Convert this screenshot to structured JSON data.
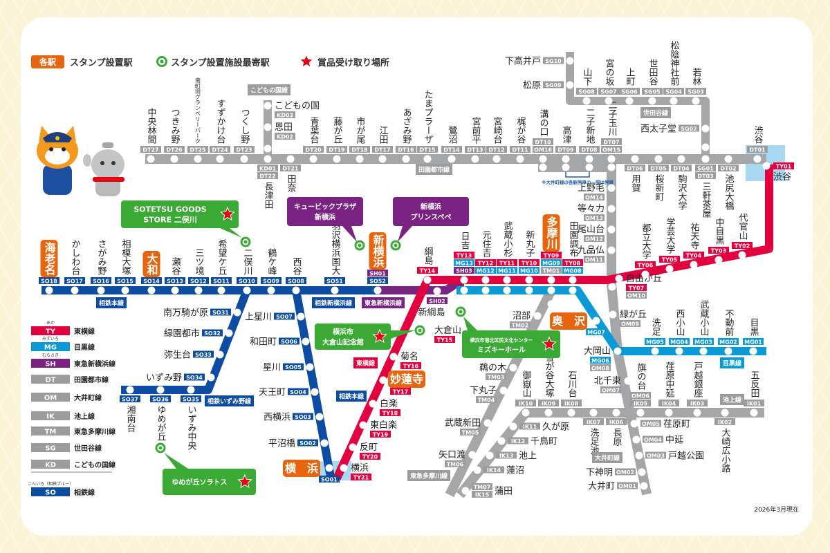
{
  "legend_top": {
    "badge": "各駅",
    "stamp_station": "スタンプ設置駅",
    "facility": "スタンプ設置施設最寄駅",
    "prize": "賞品受け取り場所"
  },
  "legend_lines": [
    {
      "code": "TY",
      "ruby": "あか",
      "name": "東横線",
      "color": "#e3003f"
    },
    {
      "code": "MG",
      "ruby": "みずいろ",
      "name": "目黒線",
      "color": "#0a9ad7"
    },
    {
      "code": "SH",
      "ruby": "むらさき",
      "name": "東急新横浜線",
      "color": "#7a2382"
    },
    {
      "code": "DT",
      "name": "田園都市線",
      "color": "#9a9c9e"
    },
    {
      "code": "OM",
      "name": "大井町線",
      "color": "#9a9c9e"
    },
    {
      "code": "IK",
      "name": "池上線",
      "color": "#9a9c9e"
    },
    {
      "code": "TM",
      "name": "東急多摩川線",
      "color": "#9a9c9e"
    },
    {
      "code": "SG",
      "name": "世田谷線",
      "color": "#9a9c9e"
    },
    {
      "code": "KD",
      "name": "こどもの国線",
      "color": "#9a9c9e"
    },
    {
      "code": "SO",
      "ruby": "こんいろ（相鉄ブルー）",
      "name": "相鉄線",
      "color": "#0c4ca3"
    }
  ],
  "line_labels": [
    {
      "text": "相鉄本線",
      "line": "SO"
    },
    {
      "text": "相鉄新横浜線",
      "line": "SO"
    },
    {
      "text": "東急新横浜線",
      "line": "SH"
    },
    {
      "text": "田園都市線",
      "line": "DT"
    },
    {
      "text": "世田谷線",
      "line": "SG"
    },
    {
      "text": "こどもの国線",
      "line": "KD"
    },
    {
      "text": "東横線",
      "line": "TY"
    },
    {
      "text": "相鉄本線",
      "line": "SO"
    },
    {
      "text": "相鉄いずみ野線",
      "line": "SO"
    },
    {
      "text": "東急多摩川線",
      "line": "TM"
    },
    {
      "text": "大井町線",
      "line": "OM"
    },
    {
      "text": "池上線",
      "line": "IK"
    },
    {
      "text": "目黒線",
      "line": "MG"
    }
  ],
  "callouts": [
    {
      "lines": [
        "SOTETSU GOODS",
        "STORE 二俣川"
      ],
      "kind": "green",
      "star": true
    },
    {
      "lines": [
        "キュービックプラザ",
        "新横浜"
      ],
      "kind": "purple",
      "star": false
    },
    {
      "lines": [
        "新横浜",
        "プリンスペペ"
      ],
      "kind": "purple",
      "star": false
    },
    {
      "lines": [
        "横浜市",
        "大倉山記念館"
      ],
      "kind": "green",
      "star": true
    },
    {
      "lines": [
        "横浜市港北区民文化センター",
        "ミズキーホール"
      ],
      "kind": "green",
      "star": true
    },
    {
      "lines": [
        "ゆめが丘ソラトス"
      ],
      "kind": "green",
      "star": true
    }
  ],
  "note": "※大井町線の各駅停車の一部は停車",
  "as_of": "2026年3月現在",
  "colors": {
    "TY": "#e3003f",
    "MG": "#0a9ad7",
    "SH": "#7a2382",
    "SO": "#0c4ca3",
    "gray": "#9a9c9e",
    "line_gray": "#a5a6a8",
    "orange": "#e8650d",
    "green": "#3aaa35",
    "star": "#e60012",
    "transfer": "#a9d8f2"
  },
  "stations": [
    {
      "name": "海老名",
      "codes": [
        "SO18"
      ],
      "hl": true
    },
    {
      "name": "かしわ台",
      "codes": [
        "SO17"
      ]
    },
    {
      "name": "さがみ野",
      "codes": [
        "SO16"
      ]
    },
    {
      "name": "相模大塚",
      "codes": [
        "SO15"
      ]
    },
    {
      "name": "大和",
      "codes": [
        "SO14"
      ],
      "hl": true
    },
    {
      "name": "瀬谷",
      "codes": [
        "SO13"
      ]
    },
    {
      "name": "三ツ境",
      "codes": [
        "SO12"
      ]
    },
    {
      "name": "希望ケ丘",
      "codes": [
        "SO11"
      ]
    },
    {
      "name": "二俣川",
      "codes": [
        "SO10"
      ]
    },
    {
      "name": "鶴ケ峰",
      "codes": [
        "SO09"
      ]
    },
    {
      "name": "西谷",
      "codes": [
        "SO08"
      ]
    },
    {
      "name": "羽沢横浜国大",
      "codes": [
        "SO51"
      ]
    },
    {
      "name": "新横浜",
      "codes": [
        "SH01",
        "SO52"
      ],
      "hl": true
    },
    {
      "name": "南万騎が原",
      "codes": [
        "SO31"
      ]
    },
    {
      "name": "緑園都市",
      "codes": [
        "SO32"
      ]
    },
    {
      "name": "弥生台",
      "codes": [
        "SO33"
      ]
    },
    {
      "name": "いずみ野",
      "codes": [
        "SO34"
      ]
    },
    {
      "name": "いずみ中央",
      "codes": [
        "SO35"
      ]
    },
    {
      "name": "ゆめが丘",
      "codes": [
        "SO36"
      ]
    },
    {
      "name": "湘南台",
      "codes": [
        "SO37"
      ]
    },
    {
      "name": "上星川",
      "codes": [
        "SO07"
      ]
    },
    {
      "name": "和田町",
      "codes": [
        "SO06"
      ]
    },
    {
      "name": "星川",
      "codes": [
        "SO05"
      ]
    },
    {
      "name": "天王町",
      "codes": [
        "SO04"
      ]
    },
    {
      "name": "西横浜",
      "codes": [
        "SO03"
      ]
    },
    {
      "name": "平沼橋",
      "codes": [
        "SO02"
      ]
    },
    {
      "name": "横　浜",
      "codes": [
        "SO01"
      ],
      "hl": true
    },
    {
      "name": "横浜",
      "codes": [
        "TY21"
      ]
    },
    {
      "name": "反町",
      "codes": [
        "TY20"
      ]
    },
    {
      "name": "東白楽",
      "codes": [
        "TY19"
      ]
    },
    {
      "name": "白楽",
      "codes": [
        "TY18"
      ]
    },
    {
      "name": "妙蓮寺",
      "codes": [
        "TY17"
      ],
      "hl": true
    },
    {
      "name": "菊名",
      "codes": [
        "TY16"
      ]
    },
    {
      "name": "大倉山",
      "codes": [
        "TY15"
      ]
    },
    {
      "name": "綱島",
      "codes": [
        "TY14"
      ]
    },
    {
      "name": "新綱島",
      "codes": [
        "SH02"
      ]
    },
    {
      "name": "日吉",
      "codes": [
        "TY13",
        "MG13",
        "SH03"
      ]
    },
    {
      "name": "元住吉",
      "codes": [
        "TY12",
        "MG12"
      ]
    },
    {
      "name": "武蔵小杉",
      "codes": [
        "TY11",
        "MG11"
      ]
    },
    {
      "name": "新丸子",
      "codes": [
        "TY10",
        "MG10"
      ]
    },
    {
      "name": "多摩川",
      "codes": [
        "TY09",
        "MG09",
        "TM01"
      ],
      "hl": true
    },
    {
      "name": "田園調布",
      "codes": [
        "TY08",
        "MG08"
      ]
    },
    {
      "name": "自由が丘",
      "codes": [
        "TY07",
        "OM10"
      ]
    },
    {
      "name": "都立大学",
      "codes": [
        "TY06"
      ]
    },
    {
      "name": "学芸大学",
      "codes": [
        "TY05"
      ]
    },
    {
      "name": "祐天寺",
      "codes": [
        "TY04"
      ]
    },
    {
      "name": "中目黒",
      "codes": [
        "TY03"
      ]
    },
    {
      "name": "代官山",
      "codes": [
        "TY02"
      ]
    },
    {
      "name": "渋谷",
      "codes": [
        "TY01"
      ]
    },
    {
      "name": "奥　沢",
      "codes": [
        "MG07"
      ],
      "hl": true
    },
    {
      "name": "大岡山",
      "codes": [
        "MG06",
        "OM08"
      ]
    },
    {
      "name": "洗足",
      "codes": [
        "MG05"
      ]
    },
    {
      "name": "西小山",
      "codes": [
        "MG04"
      ]
    },
    {
      "name": "武蔵小山",
      "codes": [
        "MG03"
      ]
    },
    {
      "name": "不動前",
      "codes": [
        "MG02"
      ]
    },
    {
      "name": "目黒",
      "codes": [
        "MG01"
      ]
    },
    {
      "name": "中央林間",
      "codes": [
        "DT27"
      ]
    },
    {
      "name": "つきみ野",
      "codes": [
        "DT26"
      ]
    },
    {
      "name": "南町田グランベリーパーク",
      "codes": [
        "DT25"
      ]
    },
    {
      "name": "すずかけ台",
      "codes": [
        "DT24"
      ]
    },
    {
      "name": "つくし野",
      "codes": [
        "DT23"
      ]
    },
    {
      "name": "長津田",
      "codes": [
        "KD01",
        "DT22"
      ]
    },
    {
      "name": "田奈",
      "codes": [
        "DT21"
      ]
    },
    {
      "name": "青葉台",
      "codes": [
        "DT20"
      ]
    },
    {
      "name": "藤が丘",
      "codes": [
        "DT19"
      ]
    },
    {
      "name": "市が尾",
      "codes": [
        "DT18"
      ]
    },
    {
      "name": "江田",
      "codes": [
        "DT17"
      ]
    },
    {
      "name": "あざみ野",
      "codes": [
        "DT16"
      ]
    },
    {
      "name": "たまプラーザ",
      "codes": [
        "DT15"
      ]
    },
    {
      "name": "鷺沼",
      "codes": [
        "DT14"
      ]
    },
    {
      "name": "宮前平",
      "codes": [
        "DT13"
      ]
    },
    {
      "name": "宮崎台",
      "codes": [
        "DT12"
      ]
    },
    {
      "name": "梶が谷",
      "codes": [
        "DT11"
      ]
    },
    {
      "name": "溝の口",
      "codes": [
        "DT10",
        "OM16"
      ]
    },
    {
      "name": "高津",
      "codes": [
        "DT09"
      ]
    },
    {
      "name": "二子新地",
      "codes": [
        "DT08"
      ]
    },
    {
      "name": "二子玉川",
      "codes": [
        "DT07",
        "OM15"
      ]
    },
    {
      "name": "用賀",
      "codes": [
        "DT06"
      ]
    },
    {
      "name": "桜新町",
      "codes": [
        "DT05"
      ]
    },
    {
      "name": "駒沢大学",
      "codes": [
        "DT04"
      ]
    },
    {
      "name": "三軒茶屋",
      "codes": [
        "SG01",
        "DT03"
      ]
    },
    {
      "name": "池尻大橋",
      "codes": [
        "DT02"
      ]
    },
    {
      "name": "渋谷",
      "codes": [
        "DT01"
      ]
    },
    {
      "name": "こどもの国",
      "codes": [
        "KD03"
      ]
    },
    {
      "name": "恩田",
      "codes": [
        "KD02"
      ]
    },
    {
      "name": "上野毛",
      "codes": [
        "OM14"
      ]
    },
    {
      "name": "等々力",
      "codes": [
        "OM13"
      ]
    },
    {
      "name": "尾山台",
      "codes": [
        "OM12"
      ]
    },
    {
      "name": "九品仏",
      "codes": [
        "OM11"
      ]
    },
    {
      "name": "緑が丘",
      "codes": [
        "OM09"
      ]
    },
    {
      "name": "北千束",
      "codes": [
        "OM07"
      ]
    },
    {
      "name": "旗の台",
      "codes": [
        "OM06",
        "IK05"
      ]
    },
    {
      "name": "荏原町",
      "codes": [
        "OM05"
      ]
    },
    {
      "name": "中延",
      "codes": [
        "OM04"
      ]
    },
    {
      "name": "戸越公園",
      "codes": [
        "OM03"
      ]
    },
    {
      "name": "下神明",
      "codes": [
        "OM02"
      ]
    },
    {
      "name": "大井町",
      "codes": [
        "OM01"
      ]
    },
    {
      "name": "御嶽山",
      "codes": [
        "IK10"
      ]
    },
    {
      "name": "雪が谷大塚",
      "codes": [
        "IK09"
      ]
    },
    {
      "name": "石川台",
      "codes": [
        "IK08"
      ]
    },
    {
      "name": "洗足池",
      "codes": [
        "IK07"
      ]
    },
    {
      "name": "長原",
      "codes": [
        "IK06"
      ]
    },
    {
      "name": "荏原中延",
      "codes": [
        "IK04"
      ]
    },
    {
      "name": "戸越銀座",
      "codes": [
        "IK03"
      ]
    },
    {
      "name": "大崎広小路",
      "codes": [
        "IK02"
      ]
    },
    {
      "name": "五反田",
      "codes": [
        "IK01"
      ]
    },
    {
      "name": "久が原",
      "codes": [
        "IK11"
      ]
    },
    {
      "name": "千鳥町",
      "codes": [
        "IK12"
      ]
    },
    {
      "name": "池上",
      "codes": [
        "IK13"
      ]
    },
    {
      "name": "蓮沼",
      "codes": [
        "IK14"
      ]
    },
    {
      "name": "蒲田",
      "codes": [
        "TM07",
        "IK15"
      ]
    },
    {
      "name": "沼部",
      "codes": [
        "TM02"
      ]
    },
    {
      "name": "鵜の木",
      "codes": [
        "TM03"
      ]
    },
    {
      "name": "下丸子",
      "codes": [
        "TM04"
      ]
    },
    {
      "name": "武蔵新田",
      "codes": [
        "TM05"
      ]
    },
    {
      "name": "矢口渡",
      "codes": [
        "TM06"
      ]
    },
    {
      "name": "西太子堂",
      "codes": [
        "SG02"
      ]
    },
    {
      "name": "若林",
      "codes": [
        "SG03"
      ]
    },
    {
      "name": "松陰神社前",
      "codes": [
        "SG04"
      ]
    },
    {
      "name": "世田谷",
      "codes": [
        "SG05"
      ]
    },
    {
      "name": "上町",
      "codes": [
        "SG06"
      ]
    },
    {
      "name": "宮の坂",
      "codes": [
        "SG07"
      ]
    },
    {
      "name": "山下",
      "codes": [
        "SG08"
      ]
    },
    {
      "name": "松原",
      "codes": [
        "SG09"
      ]
    },
    {
      "name": "下高井戸",
      "codes": [
        "SG10"
      ]
    }
  ]
}
